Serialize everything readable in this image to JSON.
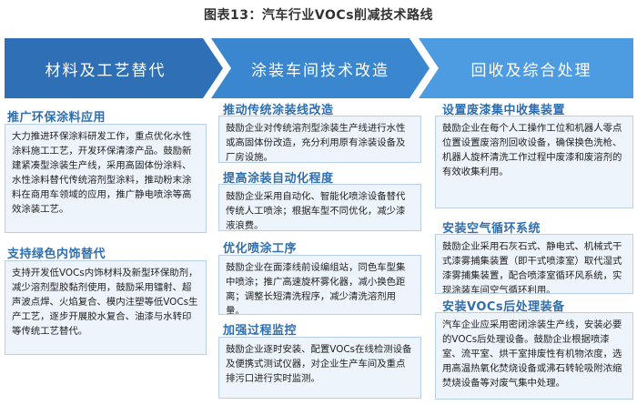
{
  "title": "图表13：汽车行业VOCs削减技术路线",
  "stages": [
    {
      "label": "材料及工艺替代",
      "sections": [
        {
          "title": "推广环保涂料应用",
          "text": "大力推进环保涂料研发工作，重点优化水性涂料施工工艺，开发环保清漆产品。鼓励新建紧凑型涂装生产线，采用高固体份涂料、水性涂料替代传统溶剂型涂料，推动粉末涂料在商用车领域的应用，推广静电喷涂等高效涂装工艺。"
        },
        {
          "title": "支持绿色内饰替代",
          "text": "支持开发低VOCs内饰材料及新型环保助剂，减少溶剂型胶黏剂使用，鼓励采用镭射、超声波点焊、火焰复合、模内注塑等低VOCs生产工艺，逐步开展胶水复合、油漆与水转印等传统工艺替代。"
        }
      ]
    },
    {
      "label": "涂装车间技术改造",
      "sections": [
        {
          "title": "推动传统涂装线改造",
          "text": "鼓励企业对传统溶剂型涂装生产线进行水性或高固体份改造，充分利用原有涂装设备及厂房设施。"
        },
        {
          "title": "提高涂装自动化程度",
          "text": "鼓励企业采用自动化、智能化喷涂设备替代传统人工喷涂；根据车型不同优化，减少漆液浪费。"
        },
        {
          "title": "优化喷涂工序",
          "text": "鼓励企业在面漆线前设编组站，同色车型集中喷涂；推广高速旋杯雾化器，减小换色距离；调整长短清洗程序，减少清洗溶剂用量。"
        },
        {
          "title": "加强过程监控",
          "text": "鼓励企业逐时安装、配置VOCs在线检测设备及便携式测试仪器，对企业生产车间及重点排污口进行实时监测。"
        }
      ]
    },
    {
      "label": "回收及综合处理",
      "sections": [
        {
          "title": "设置废漆集中收集装置",
          "text": "鼓励企业在每个人工操作工位和机器人零点位置设置废溶剂回收设备，确保换色洗枪、机器人旋杯清洗工作过程中废漆和废溶剂的有效收集利用。"
        },
        {
          "title": "安装空气循环系统",
          "text": "鼓励企业采用石灰石式、静电式、机械式干式漆雾捕集装置（即干式喷漆室）取代湿式漆雾捕集装置，配合喷漆室循环风系统，实现涂装车间空气循环利用。"
        },
        {
          "title": "安装VOCs后处理装备",
          "text": "汽车企业应采用密闭涂装生产线，安装必要的VOCs后处理设备。鼓励企业根据喷漆室、流平室、烘干室排废性有机物浓度，选用高温热氧化焚烧设备或沸石转轮吸附浓缩焚烧设备等对废气集中处理。"
        }
      ]
    }
  ],
  "colors": {
    "chevron_1": "#2f6fb5",
    "chevron_2": "#3a86cf",
    "chevron_3": "#4d9be0",
    "section_title": "#2e6fb2",
    "box_fill": "#eef4fb",
    "box_border": "#b9cfe6"
  }
}
